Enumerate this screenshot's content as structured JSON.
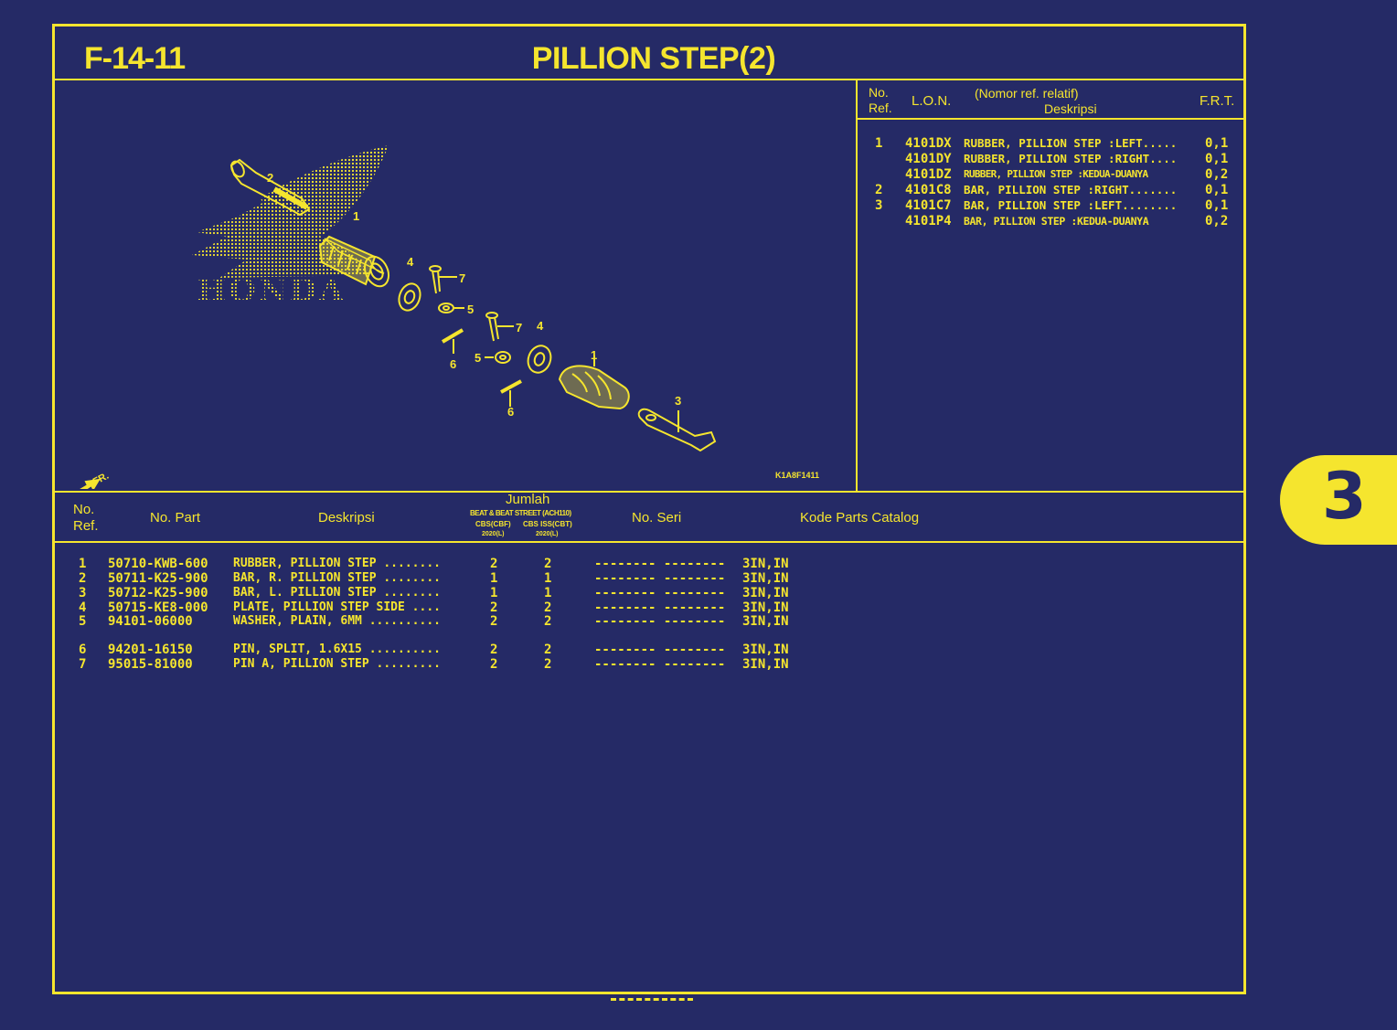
{
  "header": {
    "code": "F-14-11",
    "title": "PILLION STEP(2)"
  },
  "diagram": {
    "logo_text": "HONDA",
    "direction_label": "FR.",
    "figure_code": "K1A8F1411",
    "callouts": [
      "2",
      "1",
      "4",
      "7",
      "5",
      "7",
      "4",
      "1",
      "6",
      "5",
      "6",
      "3"
    ]
  },
  "ref_table": {
    "headers": {
      "no_ref_1": "No.",
      "no_ref_2": "Ref.",
      "lon": "L.O.N.",
      "nomor_ref": "(Nomor ref. relatif)",
      "deskripsi": "Deskripsi",
      "frt": "F.R.T."
    },
    "rows": [
      {
        "ref": "1",
        "lon": "4101DX",
        "desc": "RUBBER, PILLION STEP :LEFT.....",
        "frt": "0,1"
      },
      {
        "ref": "",
        "lon": "4101DY",
        "desc": "RUBBER, PILLION STEP :RIGHT....",
        "frt": "0,1"
      },
      {
        "ref": "",
        "lon": "4101DZ",
        "desc": "RUBBER, PILLION STEP :KEDUA-DUANYA",
        "frt": "0,2"
      },
      {
        "ref": "2",
        "lon": "4101C8",
        "desc": "BAR, PILLION STEP :RIGHT.......",
        "frt": "0,1"
      },
      {
        "ref": "3",
        "lon": "4101C7",
        "desc": "BAR, PILLION STEP :LEFT........",
        "frt": "0,1"
      },
      {
        "ref": "",
        "lon": "4101P4",
        "desc": "BAR, PILLION STEP :KEDUA-DUANYA",
        "frt": "0,2"
      }
    ]
  },
  "parts_table": {
    "headers": {
      "no_ref_1": "No.",
      "no_ref_2": "Ref.",
      "no_part": "No. Part",
      "deskripsi": "Deskripsi",
      "jumlah": "Jumlah",
      "model_line": "BEAT & BEAT STREET (ACH110)",
      "col_a": "CBS(CBF)",
      "col_b": "CBS ISS(CBT)",
      "year_a": "2020(L)",
      "year_b": "2020(L)",
      "no_seri": "No. Seri",
      "kode": "Kode Parts Catalog"
    },
    "rows": [
      {
        "ref": "1",
        "part": "50710-KWB-600",
        "desc": "RUBBER, PILLION STEP ........",
        "qa": "2",
        "qb": "2",
        "seri": "-------- --------",
        "kode": "3IN,IN"
      },
      {
        "ref": "2",
        "part": "50711-K25-900",
        "desc": "BAR, R. PILLION STEP ........",
        "qa": "1",
        "qb": "1",
        "seri": "-------- --------",
        "kode": "3IN,IN"
      },
      {
        "ref": "3",
        "part": "50712-K25-900",
        "desc": "BAR, L. PILLION STEP ........",
        "qa": "1",
        "qb": "1",
        "seri": "-------- --------",
        "kode": "3IN,IN"
      },
      {
        "ref": "4",
        "part": "50715-KE8-000",
        "desc": "PLATE, PILLION STEP SIDE ....",
        "qa": "2",
        "qb": "2",
        "seri": "-------- --------",
        "kode": "3IN,IN"
      },
      {
        "ref": "5",
        "part": "94101-06000",
        "desc": "WASHER, PLAIN, 6MM ..........",
        "qa": "2",
        "qb": "2",
        "seri": "-------- --------",
        "kode": "3IN,IN"
      },
      {
        "ref": "6",
        "part": "94201-16150",
        "desc": "PIN, SPLIT, 1.6X15 ..........",
        "qa": "2",
        "qb": "2",
        "seri": "-------- --------",
        "kode": "3IN,IN"
      },
      {
        "ref": "7",
        "part": "95015-81000",
        "desc": "PIN A, PILLION STEP .........",
        "qa": "2",
        "qb": "2",
        "seri": "-------- --------",
        "kode": "3IN,IN"
      }
    ]
  },
  "side_tab": {
    "label": "3"
  },
  "colors": {
    "background": "#252a66",
    "accent": "#f5e52e"
  }
}
